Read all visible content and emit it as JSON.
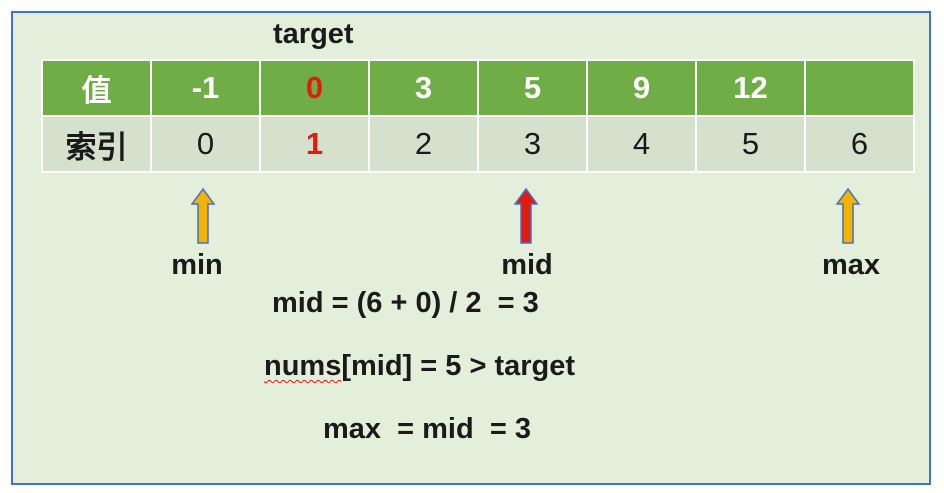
{
  "target_label": "target",
  "table": {
    "value_header": "值",
    "index_header": "索引",
    "values": [
      "-1",
      "0",
      "3",
      "5",
      "9",
      "12",
      ""
    ],
    "indices": [
      "0",
      "1",
      "2",
      "3",
      "4",
      "5",
      "6"
    ],
    "highlight_index": 1
  },
  "pointers": {
    "min": {
      "label": "min",
      "index": 0,
      "color": "#f5b300"
    },
    "mid": {
      "label": "mid",
      "index": 3,
      "color": "#e11b10"
    },
    "max": {
      "label": "max",
      "index": 6,
      "color": "#f5b300"
    }
  },
  "equations": {
    "line1": "mid = (6 + 0) / 2  = 3",
    "line2_word": "nums",
    "line2_rest": "[mid] = 5 > target",
    "line3": "max  = mid  = 3"
  },
  "colors": {
    "header_green": "#70ad47",
    "index_row": "#d5e1cd",
    "background": "#e3eedb",
    "border": "#4472c4",
    "highlight_red": "#e11b10",
    "arrow_yellow": "#f5b300",
    "arrow_outline": "#4472c4"
  }
}
